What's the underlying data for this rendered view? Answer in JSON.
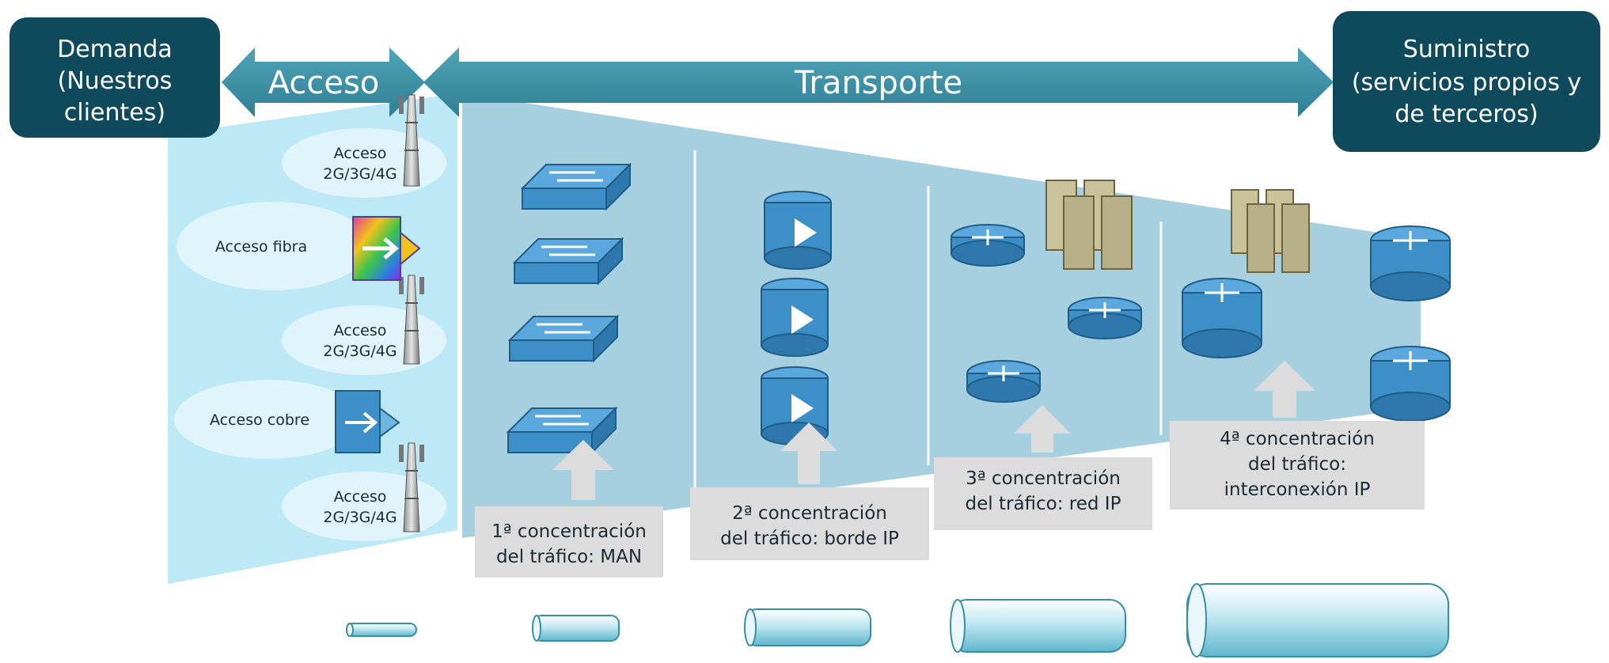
{
  "header": {
    "demand_box": {
      "lines": [
        "Demanda",
        "(Nuestros",
        "clientes)"
      ]
    },
    "supply_box": {
      "lines": [
        "Suministro",
        "(servicios propios y",
        "de terceros)"
      ]
    },
    "access_arrow_label": "Acceso",
    "transport_arrow_label": "Transporte"
  },
  "access_nodes": [
    {
      "lines": [
        "Acceso",
        "2G/3G/4G"
      ],
      "icon": "cell-tower-icon"
    },
    {
      "lines": [
        "Acceso fibra"
      ],
      "icon": "fiber-switch-icon"
    },
    {
      "lines": [
        "Acceso",
        "2G/3G/4G"
      ],
      "icon": "cell-tower-icon"
    },
    {
      "lines": [
        "Acceso cobre"
      ],
      "icon": "copper-switch-icon"
    },
    {
      "lines": [
        "Acceso",
        "2G/3G/4G"
      ],
      "icon": "cell-tower-icon"
    }
  ],
  "concentration_stages": [
    {
      "lines": [
        "1ª concentración",
        "del tráfico: MAN"
      ],
      "icon": "layer2-switch-icon"
    },
    {
      "lines": [
        "2ª concentración",
        "del tráfico: borde IP"
      ],
      "icon": "edge-router-icon"
    },
    {
      "lines": [
        "3ª concentración",
        "del tráfico: red IP"
      ],
      "icon": "ip-router-icon"
    },
    {
      "lines": [
        "4ª concentración",
        "del tráfico:",
        "interconexión IP"
      ],
      "icon": "core-router-icon"
    }
  ],
  "colors": {
    "dark_box": "#0f4a5c",
    "arrow": "#3f93a8",
    "access_zone": "#bde8f5",
    "transport_zone": "#a6d0e0",
    "concentration_box": "#dcdcdc",
    "device_blue": "#3d8fc7"
  }
}
